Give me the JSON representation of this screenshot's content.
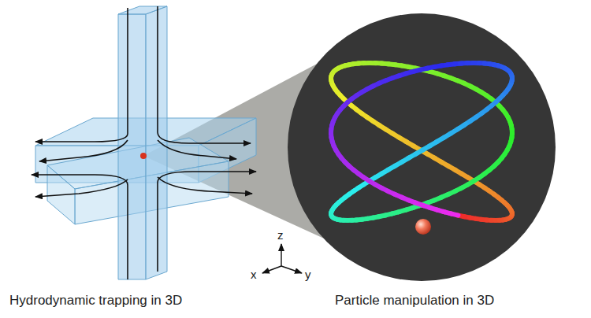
{
  "diagram": {
    "labels": [
      "z",
      "x",
      "y",
      "Hydrodynamic trapping in 3D",
      "Particle manipulation in 3D"
    ]
  }
}
